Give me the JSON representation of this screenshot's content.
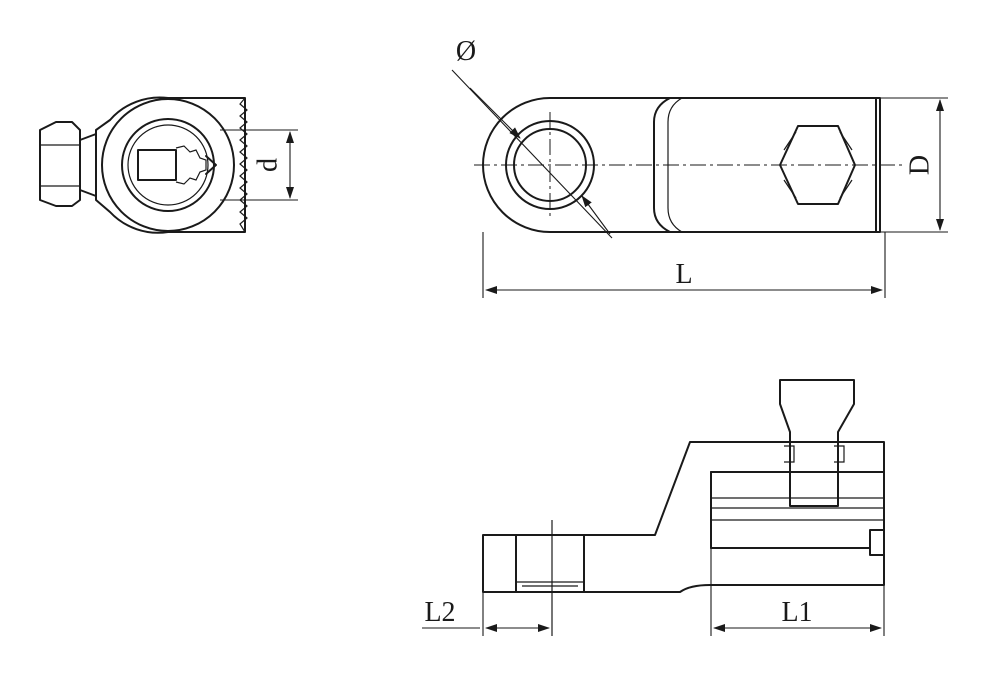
{
  "labels": {
    "diameter": "Ø",
    "d": "d",
    "D": "D",
    "L": "L",
    "L1": "L1",
    "L2": "L2"
  },
  "colors": {
    "line": "#1a1a1a",
    "background": "#ffffff"
  }
}
